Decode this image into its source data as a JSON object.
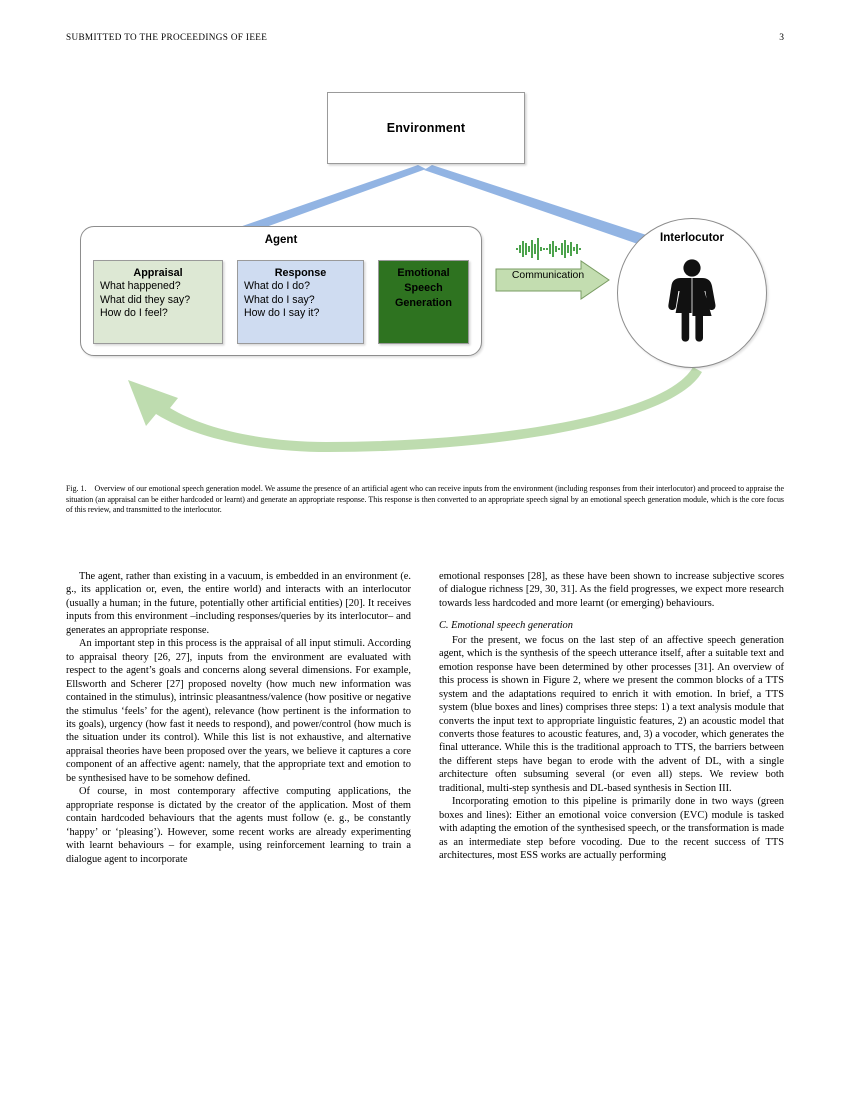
{
  "header": {
    "title": "SUBMITTED TO THE PROCEEDINGS OF IEEE",
    "page_number": "3"
  },
  "figure": {
    "environment": {
      "label": "Environment"
    },
    "agent": {
      "label": "Agent",
      "boxes": [
        {
          "name": "appraisal",
          "title": "Appraisal",
          "lines": [
            "What happened?",
            "What did they say?",
            "How do I feel?"
          ],
          "fill": "#dde8d4",
          "text_color": "#000000"
        },
        {
          "name": "response",
          "title": "Response",
          "lines": [
            "What do I do?",
            "What do I say?",
            "How do I say it?"
          ],
          "fill": "#cfdcf1",
          "text_color": "#000000"
        },
        {
          "name": "emotional-speech-generation",
          "title_lines": [
            "Emotional",
            "Speech",
            "Generation"
          ],
          "lines": [],
          "fill": "#2e7320",
          "text_color": "#000000"
        }
      ]
    },
    "interlocutor": {
      "label": "Interlocutor",
      "icon": "person-icon"
    },
    "communication": {
      "label": "Communication",
      "arrow_fill": "#c3ddb0",
      "waveform_color": "#1f8b1f"
    },
    "arrows": {
      "environment_to_agent_color": "#92b4e3",
      "environment_to_interlocutor_color": "#92b4e3",
      "interlocutor_to_agent_color": "#bedcaf"
    }
  },
  "caption": {
    "label": "Fig. 1.",
    "text": "Overview of our emotional speech generation model. We assume the presence of an artificial agent who can receive inputs from the environment (including responses from their interlocutor) and proceed to appraise the situation (an appraisal can be either hardcoded or learnt) and generate an appropriate response. This response is then converted to an appropriate speech signal by an emotional speech generation module, which is the core focus of this review, and transmitted to the interlocutor."
  },
  "body": {
    "left_column": [
      "The agent, rather than existing in a vacuum, is embedded in an environment (e. g., its application or, even, the entire world) and interacts with an interlocutor (usually a human; in the future, potentially other artificial entities) [20]. It receives inputs from this environment –including responses/queries by its interlocutor– and generates an appropriate response.",
      "An important step in this process is the appraisal of all input stimuli. According to appraisal theory [26, 27], inputs from the environment are evaluated with respect to the agent’s goals and concerns along several dimensions. For example, Ellsworth and Scherer [27] proposed novelty (how much new information was contained in the stimulus), intrinsic pleasantness/valence (how positive or negative the stimulus ‘feels’ for the agent), relevance (how pertinent is the information to its goals), urgency (how fast it needs to respond), and power/control (how much is the situation under its control). While this list is not exhaustive, and alternative appraisal theories have been proposed over the years, we believe it captures a core component of an affective agent: namely, that the appropriate text and emotion to be synthesised have to be somehow defined.",
      "Of course, in most contemporary affective computing applications, the appropriate response is dictated by the creator of the application. Most of them contain hardcoded behaviours that the agents must follow (e. g., be constantly ‘happy’ or ‘pleasing’). However, some recent works are already experimenting with learnt behaviours – for example, using reinforcement learning to train a dialogue agent to incorporate"
    ],
    "right_column": {
      "continuation": "emotional responses [28], as these have been shown to increase subjective scores of dialogue richness [29, 30, 31]. As the field progresses, we expect more research towards less hardcoded and more learnt (or emerging) behaviours.",
      "subsection_heading": "C. Emotional speech generation",
      "paragraphs": [
        "For the present, we focus on the last step of an affective speech generation agent, which is the synthesis of the speech utterance itself, after a suitable text and emotion response have been determined by other processes [31]. An overview of this process is shown in Figure 2, where we present the common blocks of a TTS system and the adaptations required to enrich it with emotion. In brief, a TTS system (blue boxes and lines) comprises three steps: 1) a text analysis module that converts the input text to appropriate linguistic features, 2) an acoustic model that converts those features to acoustic features, and, 3) a vocoder, which generates the final utterance. While this is the traditional approach to TTS, the barriers between the different steps have began to erode with the advent of DL, with a single architecture often subsuming several (or even all) steps. We review both traditional, multi-step synthesis and DL-based synthesis in Section III.",
        "Incorporating emotion to this pipeline is primarily done in two ways (green boxes and lines): Either an emotional voice conversion (EVC) module is tasked with adapting the emotion of the synthesised speech, or the transformation is made as an intermediate step before vocoding. Due to the recent success of TTS architectures, most ESS works are actually performing"
      ]
    }
  }
}
